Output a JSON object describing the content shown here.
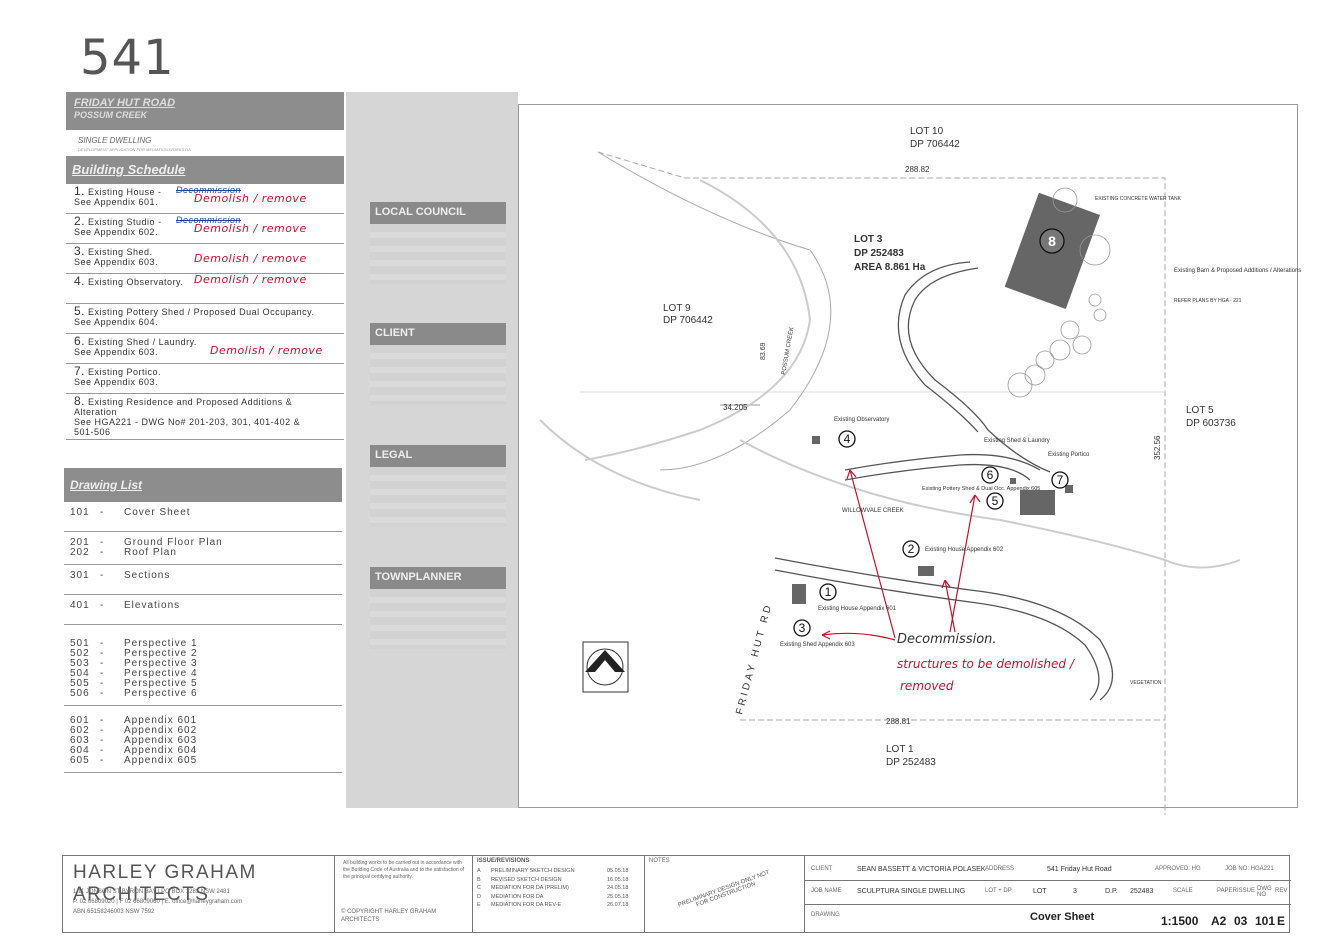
{
  "doc_number": "541",
  "schedule": {
    "address_line1": "FRIDAY HUT ROAD",
    "address_line2": "POSSUM CREEK",
    "type_line": "SINGLE DWELLING",
    "type_sub": "DEVELOPMENT APPLICATION FOR MEDIATION WORKS DA",
    "title": "Building Schedule",
    "items": [
      {
        "num": "1.",
        "line1": "Existing House -",
        "line2": "See Appendix 601.",
        "strike": "Decommission",
        "hand": "Demolish / remove"
      },
      {
        "num": "2.",
        "line1": "Existing Studio -",
        "line2": "See Appendix 602.",
        "strike": "Decommission",
        "hand": "Demolish / remove"
      },
      {
        "num": "3.",
        "line1": "Existing Shed.",
        "line2": "See Appendix 603.",
        "strike": "",
        "hand": "Demolish / remove"
      },
      {
        "num": "4.",
        "line1": "Existing Observatory.",
        "line2": "",
        "strike": "",
        "hand": "Demolish / remove"
      },
      {
        "num": "5.",
        "line1": "Existing Pottery Shed / Proposed Dual Occupancy.",
        "line2": "See Appendix 604.",
        "strike": "",
        "hand": ""
      },
      {
        "num": "6.",
        "line1": "Existing Shed / Laundry.",
        "line2": "See Appendix 603.",
        "strike": "",
        "hand": "Demolish / remove"
      },
      {
        "num": "7.",
        "line1": "Existing Portico.",
        "line2": "See Appendix 603.",
        "strike": "",
        "hand": ""
      },
      {
        "num": "8.",
        "line1": "Existing Residence and Proposed Additions &",
        "line2": "Alteration",
        "line3": "See HGA221 - DWG No# 201-203, 301, 401-402 &",
        "line4": "501-506",
        "strike": "",
        "hand": ""
      }
    ]
  },
  "drawing_list": {
    "title": "Drawing List",
    "groups": [
      [
        {
          "n": "101",
          "t": "Cover Sheet"
        }
      ],
      [
        {
          "n": "201",
          "t": "Ground Floor Plan"
        },
        {
          "n": "202",
          "t": "Roof Plan"
        }
      ],
      [
        {
          "n": "301",
          "t": "Sections"
        }
      ],
      [
        {
          "n": "401",
          "t": "Elevations"
        }
      ],
      [
        {
          "n": "501",
          "t": "Perspective 1"
        },
        {
          "n": "502",
          "t": "Perspective 2"
        },
        {
          "n": "503",
          "t": "Perspective 3"
        },
        {
          "n": "504",
          "t": "Perspective 4"
        },
        {
          "n": "505",
          "t": "Perspective 5"
        },
        {
          "n": "506",
          "t": "Perspective 6"
        }
      ],
      [
        {
          "n": "601",
          "t": "Appendix 601"
        },
        {
          "n": "602",
          "t": "Appendix 602"
        },
        {
          "n": "603",
          "t": "Appendix 603"
        },
        {
          "n": "604",
          "t": "Appendix 604"
        },
        {
          "n": "605",
          "t": "Appendix 605"
        }
      ]
    ]
  },
  "side_sections": {
    "council": "LOCAL COUNCIL",
    "client": "CLIENT",
    "legal": "LEGAL",
    "townplanner": "TOWNPLANNER"
  },
  "map": {
    "lot10": "LOT 10",
    "dp10": "DP 706442",
    "dim_top": "288.82",
    "lot3": "LOT 3",
    "dp3": "DP 252483",
    "area3": "AREA 8.861 Ha",
    "lot9": "LOT 9",
    "dp9": "DP 706442",
    "lot5": "LOT 5",
    "dp5": "DP 603736",
    "lot1": "LOT 1",
    "dp1": "DP 252483",
    "dim_bottom": "288.81",
    "dim_right": "352.56",
    "dim_left": "34.205",
    "dim_creek": "83.69",
    "possum_creek": "POSSUM CREEK",
    "willowvale": "WILLOWVALE CREEK",
    "friday_hut": "FRIDAY HUT RD",
    "water_tank": "EXISTING CONCRETE WATER TANK",
    "barn": "Existing Barn & Proposed Additions / Alterations",
    "refer": "REFER PLANS BY HGA - 221",
    "observatory": "Existing Observatory",
    "shed_laundry": "Existing Shed & Laundry",
    "portico": "Existing Portico",
    "pottery": "Existing Pottery Shed & Dual Occ. Appendix 605",
    "house2": "Existing House Appendix 602",
    "house1": "Existing House Appendix 601",
    "shed3": "Existing Shed Appendix 603",
    "vegetation": "VEGETATION",
    "decommission": "Decommission.",
    "note_line1": "structures to be demolished /",
    "note_line2": "removed"
  },
  "title_block": {
    "firm": "HARLEY GRAHAM ARCHITECTS",
    "firm_addr": "1/11 JONSON ST BYRON BAY | PO BOX 1285 NSW 2481",
    "firm_phone": "P. 02 66809020 | F 02 66809060 | E. office@harleygraham.com",
    "firm_abn": "ABN 65158246003  NSW 7592",
    "notes_small": "All building works to be carried out in accordance with the Building Code of Australia and to the satisfaction of the principal certifying authority.",
    "copyright": "© COPYRIGHT HARLEY GRAHAM ARCHITECTS",
    "issue_title": "ISSUE/REVISIONS",
    "issues": [
      {
        "code": "A",
        "desc": "PRELIMINARY SKETCH DESIGN",
        "date": "05.05.18"
      },
      {
        "code": "B",
        "desc": "REVISED SKETCH DESIGN",
        "date": "16.05.18"
      },
      {
        "code": "C",
        "desc": "MEDIATION FOR DA (PRELIM)",
        "date": "24.05.18"
      },
      {
        "code": "D",
        "desc": "MEDIATION FOR DA",
        "date": "25.05.18"
      },
      {
        "code": "E",
        "desc": "MEDIATION FOR DA REV-E",
        "date": "26.07.18"
      }
    ],
    "notes_label": "NOTES",
    "prelim": "PRELIMINARY DESIGN ONLY NOT FOR CONSTRUCTION",
    "client_label": "CLIENT",
    "client": "SEAN BASSETT & VICTORIA POLASEK",
    "address_label": "ADDRESS",
    "address": "541 Friday Hut Road",
    "approved_label": "APPROVED: HG",
    "job_label": "JOB NO: HGA221",
    "jobname_label": "JOB NAME",
    "jobname": "SCULPTURA SINGLE DWELLING",
    "lotdp_label": "LOT + DP",
    "lot_label": "LOT",
    "lot": "3",
    "dp_label": "D.P.",
    "dp": "252483",
    "scale_label": "SCALE",
    "paper_label": "PAPER",
    "issue_label": "ISSUE",
    "dwg_label": "DWG NO",
    "rev_label": "REV",
    "drawing_label": "DRAWING",
    "drawing": "Cover Sheet",
    "scale": "1:1500",
    "paper": "A2",
    "issue": "03",
    "dwg": "101",
    "rev": "E"
  }
}
